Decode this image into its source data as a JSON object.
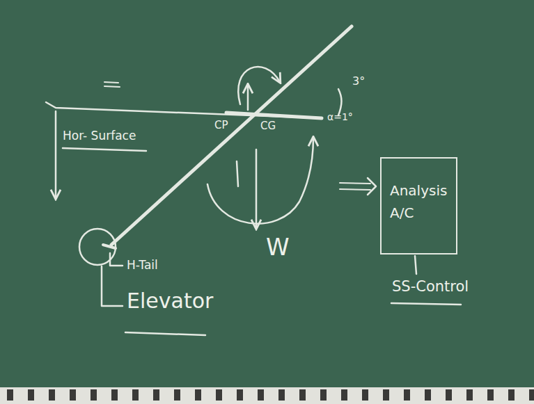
{
  "diagram": {
    "nodes": [
      {
        "text": [
          "Analysis A/C"
        ]
      }
    ],
    "labels": [
      "Hor- Surface",
      "CP",
      "CG",
      "α=1°",
      "3°",
      "H-Tail",
      "Elevator",
      "W",
      "SS-Control"
    ]
  }
}
